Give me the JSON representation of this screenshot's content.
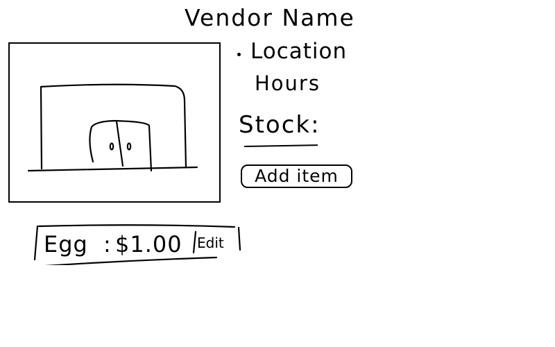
{
  "vendor": {
    "name": "Vendor Name",
    "location": "Location",
    "hours": "Hours"
  },
  "stock": {
    "heading": "Stock:",
    "add_item_label": "Add item",
    "items": [
      {
        "name": "Egg",
        "separator": ":",
        "price": "$1.00",
        "edit_label": "Edit"
      }
    ]
  },
  "icons": {
    "storefront": "storefront-icon",
    "bullet": "bullet-icon"
  }
}
